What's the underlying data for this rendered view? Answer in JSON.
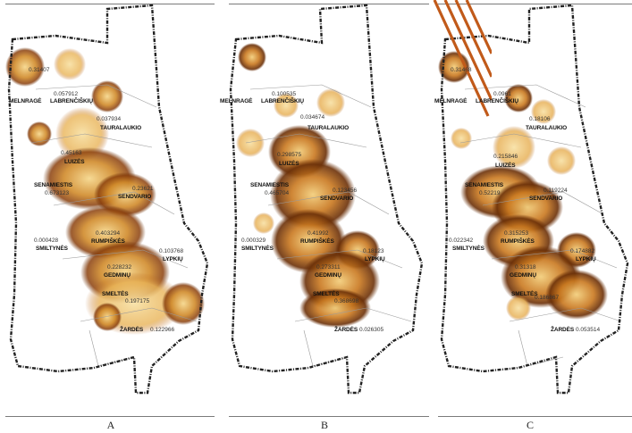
{
  "panels": [
    {
      "id": "A",
      "caption": "A",
      "labels": {
        "melnrages": "MELNRAGĖ",
        "labrencisku": "LABRENČIŠKIŲ",
        "tauralaukio": "TAURALAUKIO",
        "luizes": "LUIZĖS",
        "senamiestis": "SENAMIESTIS",
        "sendvario": "SENDVARIO",
        "rumpiskes": "RUMPIŠKĖS",
        "smiltynes": "SMILTYNĖS",
        "lypkiu": "LYPKIŲ",
        "gedminu": "GEDMINŲ",
        "smeltes": "SMELTĖS",
        "zardes": "ŽARDĖS"
      },
      "values": {
        "melnrages": "0.31407",
        "labrencisku": "0.057912",
        "tauralaukio": "0.037934",
        "luizes": "0.45163",
        "senamiestis": "0.673123",
        "sendvario": "0.23621",
        "rumpiskes": "0.403294",
        "smiltynes": "0.000428",
        "lypkiu": "0.103768",
        "gedminu": "0.228232",
        "smeltes": "0.197175",
        "zardes": "0.122966"
      }
    },
    {
      "id": "B",
      "caption": "B",
      "labels": {
        "melnrages": "MELNRAGĖ",
        "labrencisku": "LABRENČIŠKIŲ",
        "tauralaukio": "TAURALAUKIO",
        "luizes": "LUIZĖS",
        "senamiestis": "SENAMIESTIS",
        "sendvario": "SENDVARIO",
        "rumpiskes": "RUMPIŠKĖS",
        "smiltynes": "SMILTYNĖS",
        "lypkiu": "LYPKIŲ",
        "gedminu": "GEDMINŲ",
        "smeltes": "SMELTĖS",
        "zardes": "ŽARDĖS"
      },
      "values": {
        "labrencisku": "0.100535",
        "tauralaukio": "0.034674",
        "luizes": "0.298575",
        "senamiestis": "0.465704",
        "sendvario": "0.123456",
        "rumpiskes": "0.41992",
        "smiltynes": "0.000329",
        "lypkiu": "0.18123",
        "gedminu": "0.273311",
        "smeltes": "0.368698",
        "zardes": "0.026305"
      }
    },
    {
      "id": "C",
      "caption": "C",
      "labels": {
        "melnrages": "MELNRAGĖ",
        "labrencisku": "LABRENČIŠKIŲ",
        "tauralaukio": "TAURALAUKIO",
        "luizes": "LUIZĖS",
        "senamiestis": "SENAMIESTIS",
        "sendvario": "SENDVARIO",
        "rumpiskes": "RUMPIŠKĖS",
        "smiltynes": "SMILTYNĖS",
        "lypkiu": "LYPKIŲ",
        "gedminu": "GEDMINŲ",
        "smeltes": "SMELTĖS",
        "zardes": "ŽARDĖS"
      },
      "values": {
        "melnrages": "0.31468",
        "labrencisku": "0.0961",
        "tauralaukio": "0.18106",
        "luizes": "0.215846",
        "senamiestis": "0.52219",
        "sendvario": "0.119224",
        "rumpiskes": "0.315253",
        "smiltynes": "0.022342",
        "lypkiu": "0.174882",
        "gedminu": "0.31318",
        "smeltes": "0.186867",
        "zardes": "0.053514"
      }
    }
  ],
  "colors": {
    "heat_light": "#f3cf7e",
    "heat_mid": "#c9781f",
    "heat_dark": "#6b3008",
    "boundary": "#222222",
    "decor_stripes": "#c15a1a"
  }
}
